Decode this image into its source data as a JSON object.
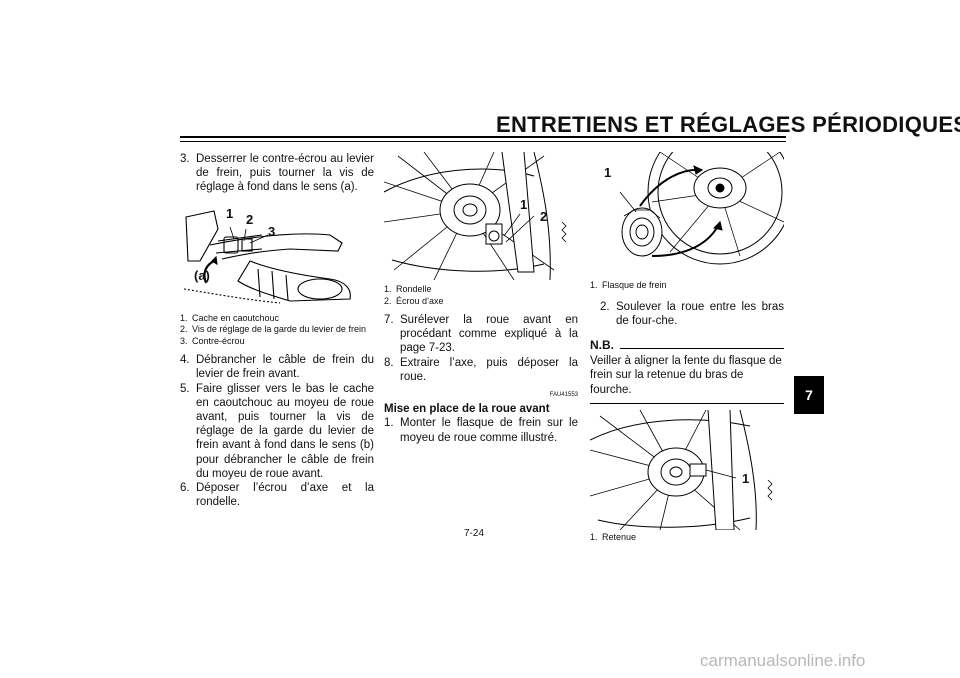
{
  "header": {
    "title": "ENTRETIENS ET RÉGLAGES PÉRIODIQUES"
  },
  "col1": {
    "step3": {
      "num": "3.",
      "text": "Desserrer le contre-écrou au levier de frein, puis tourner la vis de réglage à fond dans le sens (a)."
    },
    "figure": {
      "callouts": [
        "1",
        "2",
        "3",
        "(a)"
      ]
    },
    "captions": [
      {
        "num": "1.",
        "text": "Cache en caoutchouc"
      },
      {
        "num": "2.",
        "text": "Vis de réglage de la garde du levier de frein"
      },
      {
        "num": "3.",
        "text": "Contre-écrou"
      }
    ],
    "steps": [
      {
        "num": "4.",
        "text": "Débrancher le câble de frein du levier de frein avant."
      },
      {
        "num": "5.",
        "text": "Faire glisser vers le bas le cache en caoutchouc au moyeu de roue avant, puis tourner la vis de réglage de la garde du levier de frein avant à fond dans le sens (b) pour débrancher le câble de frein du moyeu de roue avant."
      },
      {
        "num": "6.",
        "text": "Déposer l’écrou d’axe et la rondelle."
      }
    ]
  },
  "col2": {
    "figure": {
      "callouts": [
        "1",
        "2"
      ]
    },
    "captions": [
      {
        "num": "1.",
        "text": "Rondelle"
      },
      {
        "num": "2.",
        "text": "Écrou d’axe"
      }
    ],
    "steps": [
      {
        "num": "7.",
        "text": "Surélever la roue avant en procédant comme expliqué à la page 7-23."
      },
      {
        "num": "8.",
        "text": "Extraire l’axe, puis déposer la roue."
      }
    ],
    "code": "FAU41553",
    "subhead": "Mise en place de la roue avant",
    "step1": {
      "num": "1.",
      "text": "Monter le flasque de frein sur le moyeu de roue comme illustré."
    }
  },
  "col3": {
    "figure1": {
      "callouts": [
        "1"
      ]
    },
    "caption1": {
      "num": "1.",
      "text": "Flasque de frein"
    },
    "step2": {
      "num": "2.",
      "text": "Soulever la roue entre les bras de four-che."
    },
    "nb_label": "N.B.",
    "nb_text": "Veiller à aligner la fente du flasque de frein sur la retenue du bras de fourche.",
    "figure2": {
      "callouts": [
        "1"
      ]
    },
    "caption2": {
      "num": "1.",
      "text": "Retenue"
    }
  },
  "tab": "7",
  "page_number": "7-24",
  "watermark": "carmanualsonline.info"
}
